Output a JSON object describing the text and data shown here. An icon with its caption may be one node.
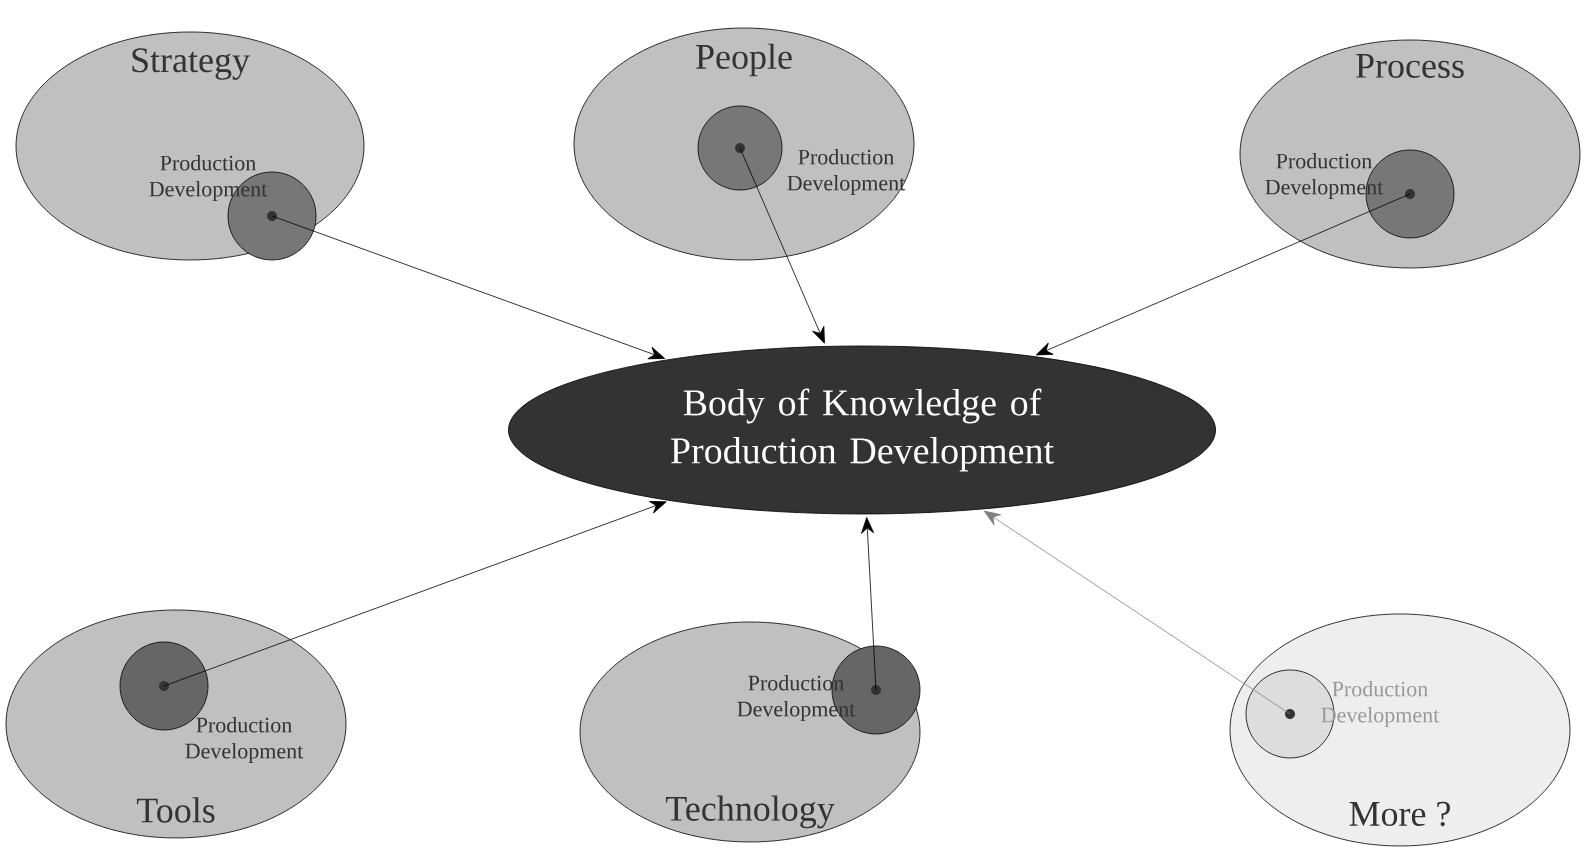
{
  "diagram": {
    "nodes": [
      {
        "text": [
          "Strategy"
        ]
      },
      {
        "text": [],
        "shape": "circle",
        "in": 0,
        "beside": [
          "Production Development"
        ]
      },
      {
        "text": [
          "People"
        ]
      },
      {
        "text": [],
        "shape": "circle",
        "in": 2,
        "beside": [
          "Production Development"
        ]
      },
      {
        "text": [
          "Process"
        ]
      },
      {
        "text": [],
        "shape": "circle",
        "in": 4,
        "beside": [
          "Production Development"
        ]
      },
      {
        "text": [
          "Body of Knowledge of Production Development"
        ]
      },
      {
        "text": [
          "Tools"
        ]
      },
      {
        "text": [],
        "shape": "circle",
        "in": 7,
        "beside": [
          "Production Development"
        ]
      },
      {
        "text": [
          "Technology"
        ]
      },
      {
        "text": [],
        "shape": "circle",
        "in": 9,
        "beside": [
          "Production Development"
        ]
      },
      {
        "text": [
          "More ?"
        ]
      },
      {
        "text": [],
        "shape": "circle",
        "in": 11,
        "beside": [
          "Production Development"
        ]
      }
    ],
    "edges": [
      {
        "from": 1,
        "to": 6,
        "arrow": "to"
      },
      {
        "from": 3,
        "to": 6,
        "arrow": "to"
      },
      {
        "from": 5,
        "to": 6,
        "arrow": "to"
      },
      {
        "from": 8,
        "to": 6,
        "arrow": "to"
      },
      {
        "from": 10,
        "to": 6,
        "arrow": "to"
      },
      {
        "from": 12,
        "to": 6,
        "arrow": "to",
        "color": "#808080"
      }
    ]
  }
}
